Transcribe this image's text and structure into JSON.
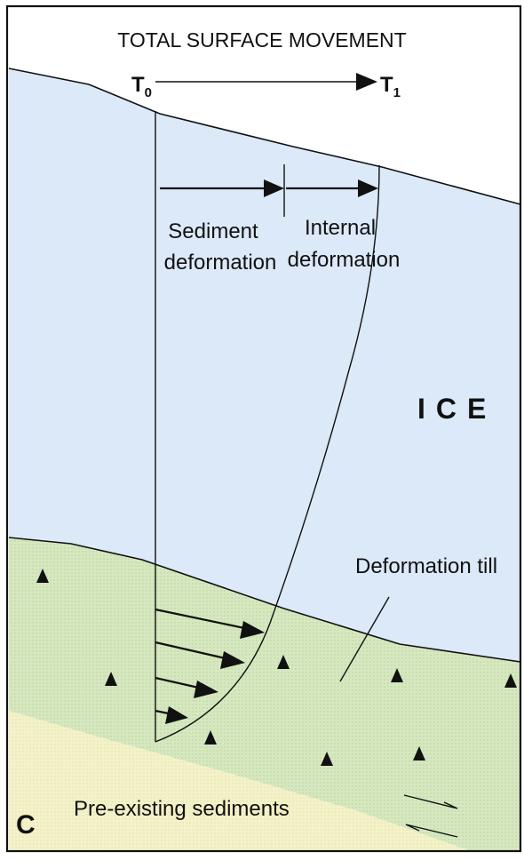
{
  "title": "TOTAL SURFACE MOVEMENT",
  "t0": {
    "symbol": "T",
    "subscript": "0"
  },
  "t1": {
    "symbol": "T",
    "subscript": "1"
  },
  "labels": {
    "sediment_line1": "Sediment",
    "sediment_line2": "deformation",
    "internal_line1": "Internal",
    "internal_line2": "deformation",
    "ice": "ICE",
    "deformation_till": "Deformation till",
    "pre_existing": "Pre-existing sediments",
    "panel": "C"
  },
  "colors": {
    "ice": "#dce9f8",
    "till": "#d6e8bf",
    "sediment": "#f4f2c8",
    "line": "#111111"
  }
}
